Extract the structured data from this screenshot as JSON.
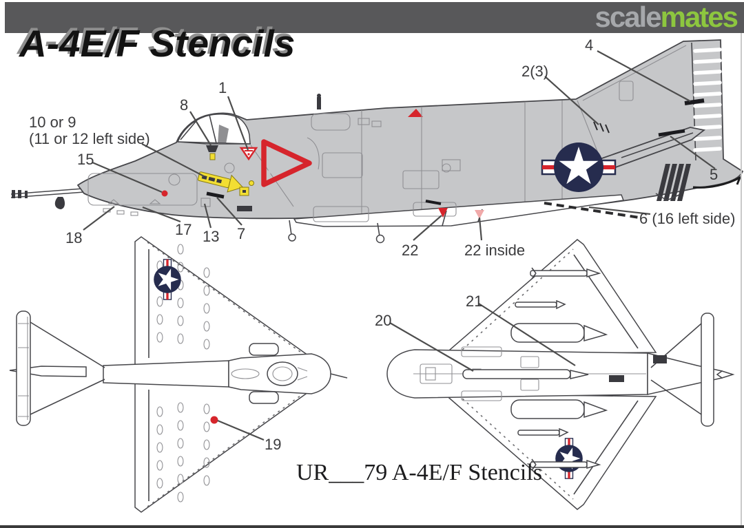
{
  "header": {
    "title": "A-4E/F Stencils",
    "logo_scale": "scale",
    "logo_mates": "mates"
  },
  "callouts": {
    "c1": "1",
    "c8": "8",
    "c10_line1": "10 or 9",
    "c10_line2": "(11 or 12 left side)",
    "c15": "15",
    "c18": "18",
    "c17": "17",
    "c13": "13",
    "c7": "7",
    "c4": "4",
    "c2": "2(3)",
    "c5": "5",
    "c6": "6 (16 left side)",
    "c22": "22",
    "c22_inside": "22 inside",
    "c19": "19",
    "c20": "20",
    "c21": "21"
  },
  "caption": "UR___79 A-4E/F Stencils",
  "colors": {
    "header_bar": "#58585a",
    "logo_scale_gray": "#a6a8ab",
    "logo_mates_green": "#8dc63f",
    "airframe_gray": "#c6c7c9",
    "outline_dark": "#46464a",
    "marking_red": "#d6252c",
    "marking_red_pale": "#f0a9a9",
    "insignia_navy": "#262c4e",
    "rescue_yellow": "#f2de33",
    "leader_line": "#4d4d4d",
    "text_dark": "#3b3b3d"
  }
}
